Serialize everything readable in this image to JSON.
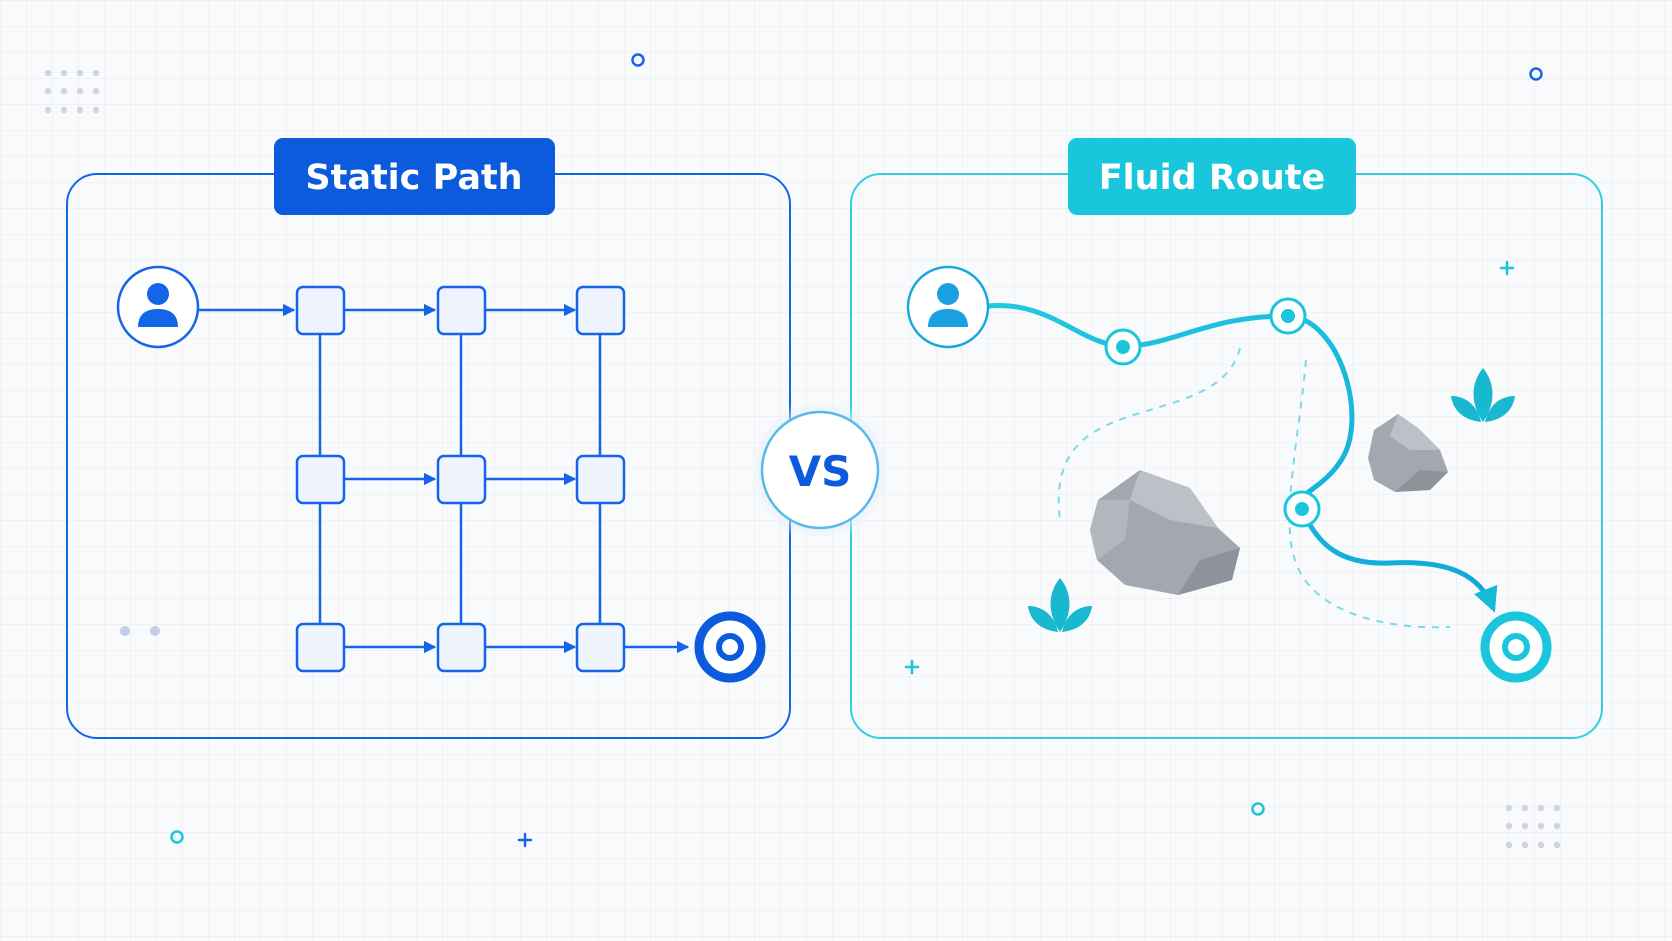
{
  "left_panel": {
    "title": "Static Path"
  },
  "right_panel": {
    "title": "Fluid Route"
  },
  "vs_badge": {
    "label": "VS"
  },
  "colors": {
    "static_blue": "#1565e8",
    "static_blue_dark": "#0b5bdc",
    "fluid_cyan": "#19c6dc",
    "fluid_cyan_dark": "#0fb8d2",
    "node_fill": "#eef3fd",
    "rock_gray": "#a4a7af",
    "plant_teal": "#17b8d0",
    "background": "#f9fafc"
  },
  "icons": {
    "start": "user-icon",
    "goal": "target-icon",
    "obstacle": "rock-icon",
    "decoration": "plant-icon"
  }
}
